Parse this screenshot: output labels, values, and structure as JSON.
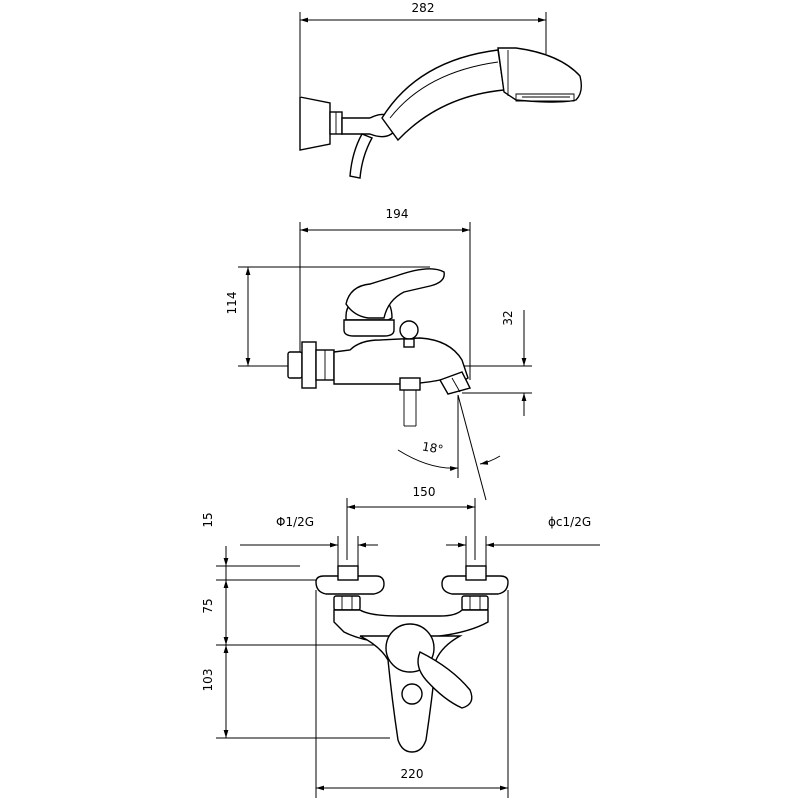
{
  "shower_view": {
    "dim_width": "282"
  },
  "side_view": {
    "dim_width": "194",
    "dim_height": "114",
    "dim_spout": "32",
    "dim_angle": "18°"
  },
  "front_view": {
    "dim_centers": "150",
    "dim_inlet_left": "Φ1/2G",
    "dim_inlet_right": "ϕc1/2G",
    "dim_15": "15",
    "dim_75": "75",
    "dim_103": "103",
    "dim_220": "220"
  }
}
